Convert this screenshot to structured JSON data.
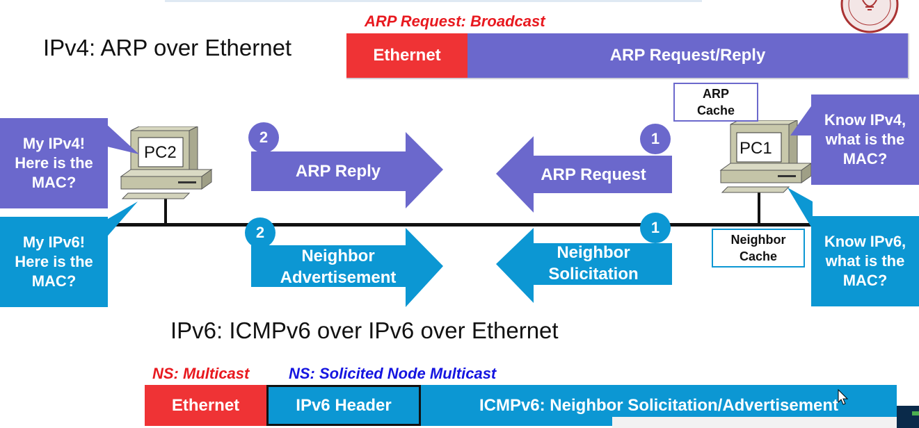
{
  "ipv4_title": "IPv4: ARP over Ethernet",
  "ipv6_title": "IPv6: ICMPv6 over IPv6 over Ethernet",
  "arp_frame": {
    "label": "ARP Request: Broadcast",
    "ethernet": "Ethernet",
    "payload": "ARP Request/Reply"
  },
  "ns_frame": {
    "label_eth": "NS: Multicast",
    "label_ip": "NS: Solicited Node Multicast",
    "ethernet": "Ethernet",
    "ipv6_header": "IPv6 Header",
    "payload": "ICMPv6: Neighbor Solicitation/Advertisement"
  },
  "pcs": {
    "left": "PC2",
    "right": "PC1"
  },
  "caches": {
    "arp": [
      "ARP",
      "Cache"
    ],
    "neighbor": [
      "Neighbor",
      "Cache"
    ]
  },
  "callouts": {
    "pc2_ipv4": [
      "My IPv4!",
      "Here is the",
      "MAC?"
    ],
    "pc2_ipv6": [
      "My IPv6!",
      "Here is the",
      "MAC?"
    ],
    "pc1_ipv4": [
      "Know IPv4,",
      "what is the",
      "MAC?"
    ],
    "pc1_ipv6": [
      "Know IPv6,",
      "what is the",
      "MAC?"
    ]
  },
  "arrows": {
    "arp_reply": {
      "step": "2",
      "label": "ARP Reply"
    },
    "arp_request": {
      "step": "1",
      "label": "ARP Request"
    },
    "neighbor_advertisement": {
      "step": "2",
      "label": [
        "Neighbor",
        "Advertisement"
      ]
    },
    "neighbor_solicitation": {
      "step": "1",
      "label": [
        "Neighbor",
        "Solicitation"
      ]
    }
  },
  "colors": {
    "ipv4": "#6b68cc",
    "ipv6": "#0c97d3",
    "ethernet": "#ef3335",
    "broadcast_label": "#e8191f",
    "solicited_label": "#1515e0"
  }
}
